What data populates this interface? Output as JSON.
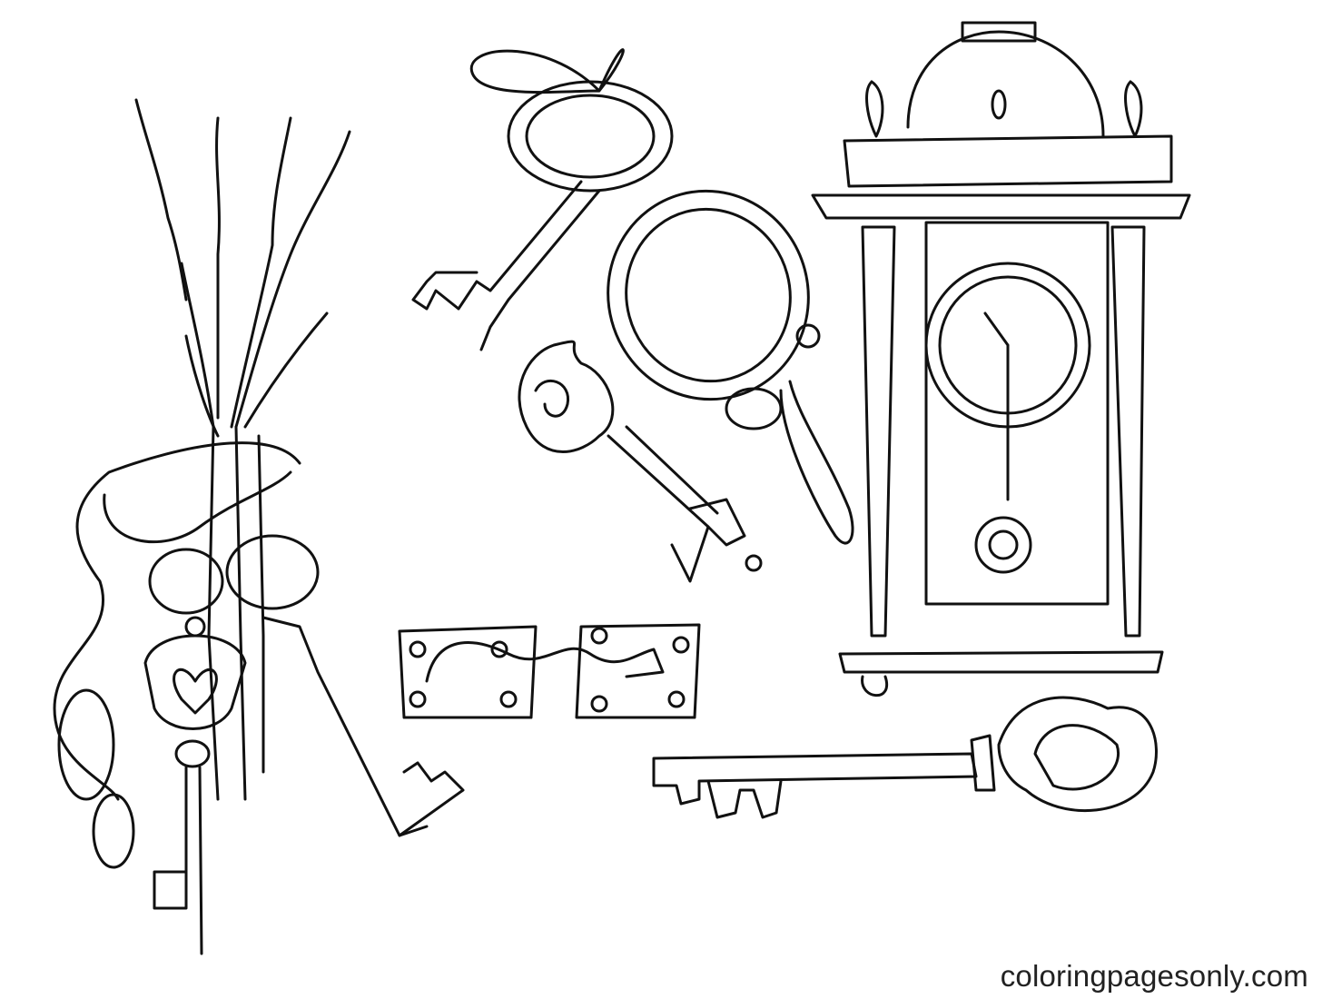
{
  "page": {
    "watermark": "coloringpagesonly.com",
    "line_color": "#111111",
    "background_color": "#ffffff"
  },
  "illustrations": [
    {
      "name": "lavender-bouquet-with-ribbon-and-keys"
    },
    {
      "name": "key-with-ribbon-bow"
    },
    {
      "name": "hand-mirror"
    },
    {
      "name": "ornate-key"
    },
    {
      "name": "door-latch"
    },
    {
      "name": "pendulum-wall-clock"
    },
    {
      "name": "skeleton-key"
    }
  ]
}
